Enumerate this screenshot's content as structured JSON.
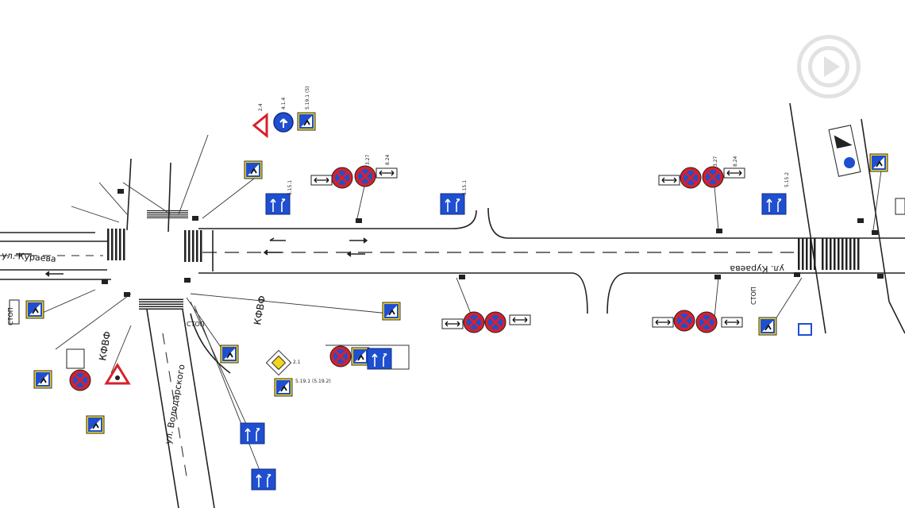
{
  "streets": {
    "kuraeva_left": "ул. Кураева",
    "kuraeva_right": "ул. Кураева",
    "volodarskogo": "ул. Володарского"
  },
  "markings": {
    "kfvf_1": "КФВФ",
    "kfvf_2": "КФВФ",
    "stop_1": "СТОП",
    "stop_2": "СТОП",
    "stop_3": "СТОП"
  },
  "sign_codes": {
    "s_2_4": "2.4",
    "s_4_1_4": "4.1.4",
    "s_5_19_1": "5.19.1 (5)",
    "s_5_15_1a": "5.15.1",
    "s_5_15_1b": "5.15.1",
    "s_5_15_2": "5.15.2",
    "s_3_27a": "3.27",
    "s_3_27b": "3.27",
    "s_8_24a": "8.24",
    "s_8_24b": "8.24",
    "s_2_1": "2.1",
    "s_5_19_1b": "5.19.1 (5.19.2)"
  },
  "colors": {
    "sign_blue": "#1f4fd0",
    "sign_red": "#d8202a",
    "sign_yellow": "#f2d61c",
    "road_line": "#222222"
  },
  "controls": {
    "play_icon": "play-icon"
  }
}
